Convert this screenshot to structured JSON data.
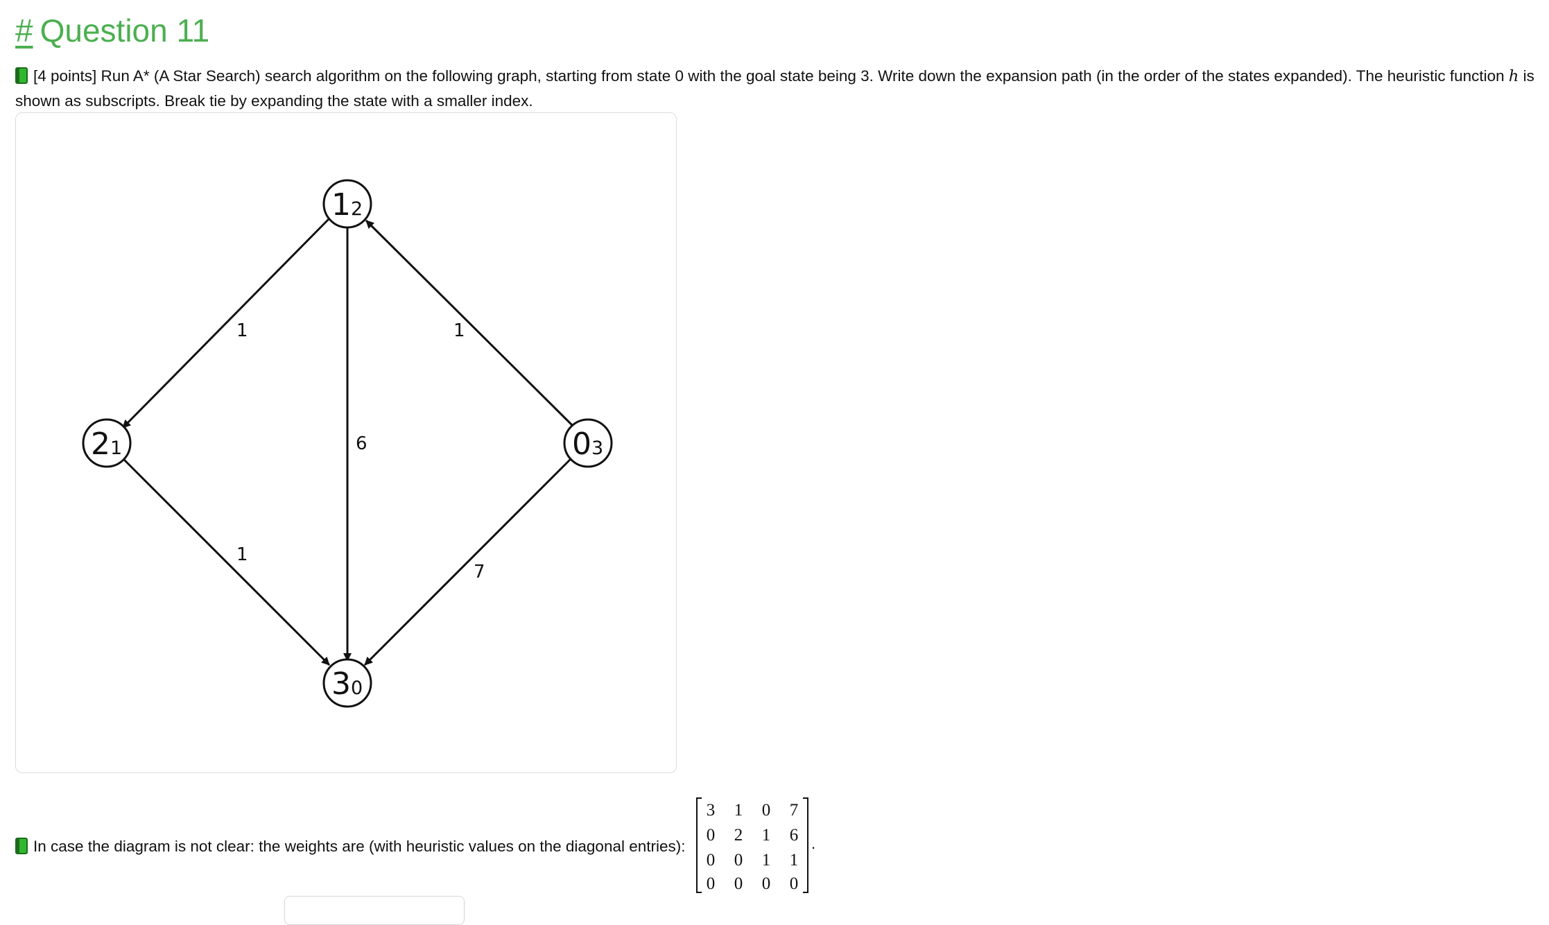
{
  "heading": {
    "hash": "#",
    "title": "Question 11"
  },
  "prompt": {
    "text_before_h": "[4 points] Run A* (A Star Search) search algorithm on the following graph, starting from state 0 with the goal state being 3. Write down the expansion path (in the order of the states expanded). The heuristic function",
    "h_symbol": "h",
    "text_after_h": "is shown as subscripts. Break tie by expanding the state with a smaller index."
  },
  "graph": {
    "nodes": [
      {
        "id": "node-1",
        "label": "1",
        "sub": "2"
      },
      {
        "id": "node-2",
        "label": "2",
        "sub": "1"
      },
      {
        "id": "node-0",
        "label": "0",
        "sub": "3"
      },
      {
        "id": "node-3",
        "label": "3",
        "sub": "0"
      }
    ],
    "edges": [
      {
        "from": "1",
        "to": "2",
        "weight": "1"
      },
      {
        "from": "0",
        "to": "1",
        "weight": "1"
      },
      {
        "from": "1",
        "to": "3",
        "weight": "6"
      },
      {
        "from": "2",
        "to": "3",
        "weight": "1"
      },
      {
        "from": "0",
        "to": "3",
        "weight": "7"
      }
    ]
  },
  "note": {
    "text": "In case the diagram is not clear: the weights are (with heuristic values on the diagonal entries):",
    "matrix": [
      [
        "3",
        "1",
        "0",
        "7"
      ],
      [
        "0",
        "2",
        "1",
        "6"
      ],
      [
        "0",
        "0",
        "1",
        "1"
      ],
      [
        "0",
        "0",
        "0",
        "0"
      ]
    ],
    "trailing": "."
  },
  "colors": {
    "accent": "#4caf50",
    "book_icon": "#2fb82f"
  },
  "icons": {
    "prompt_icon": "green-book-icon",
    "note_icon": "green-book-icon"
  }
}
